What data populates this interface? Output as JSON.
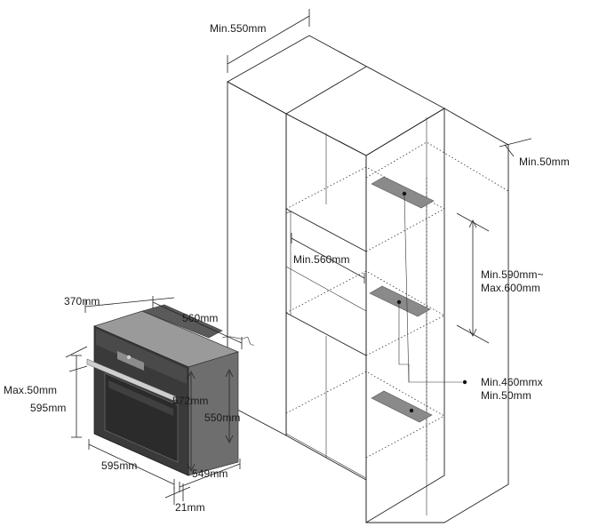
{
  "labels": {
    "cabinet_depth": "Min.550mm",
    "rear_gap": "Min.50mm",
    "niche_width": "Min.560mm",
    "niche_height_line1": "Min.590mm~",
    "niche_height_line2": "Max.600mm",
    "vent_line1": "Min.460mmx",
    "vent_line2": "Min.50mm",
    "oven_back_depth": "370mm",
    "oven_body_width": "560mm",
    "oven_top_gap": "Max.50mm",
    "oven_front_height": "595mm",
    "oven_body_height": "572mm",
    "oven_side_height": "550mm",
    "oven_front_width": "595mm",
    "oven_total_depth": "549mm",
    "door_thickness": "21mm"
  },
  "colors": {
    "line": "#222222",
    "oven_body": "#6e6e6e",
    "oven_dark": "#3a3a3a",
    "vent": "#8a8a8a"
  }
}
